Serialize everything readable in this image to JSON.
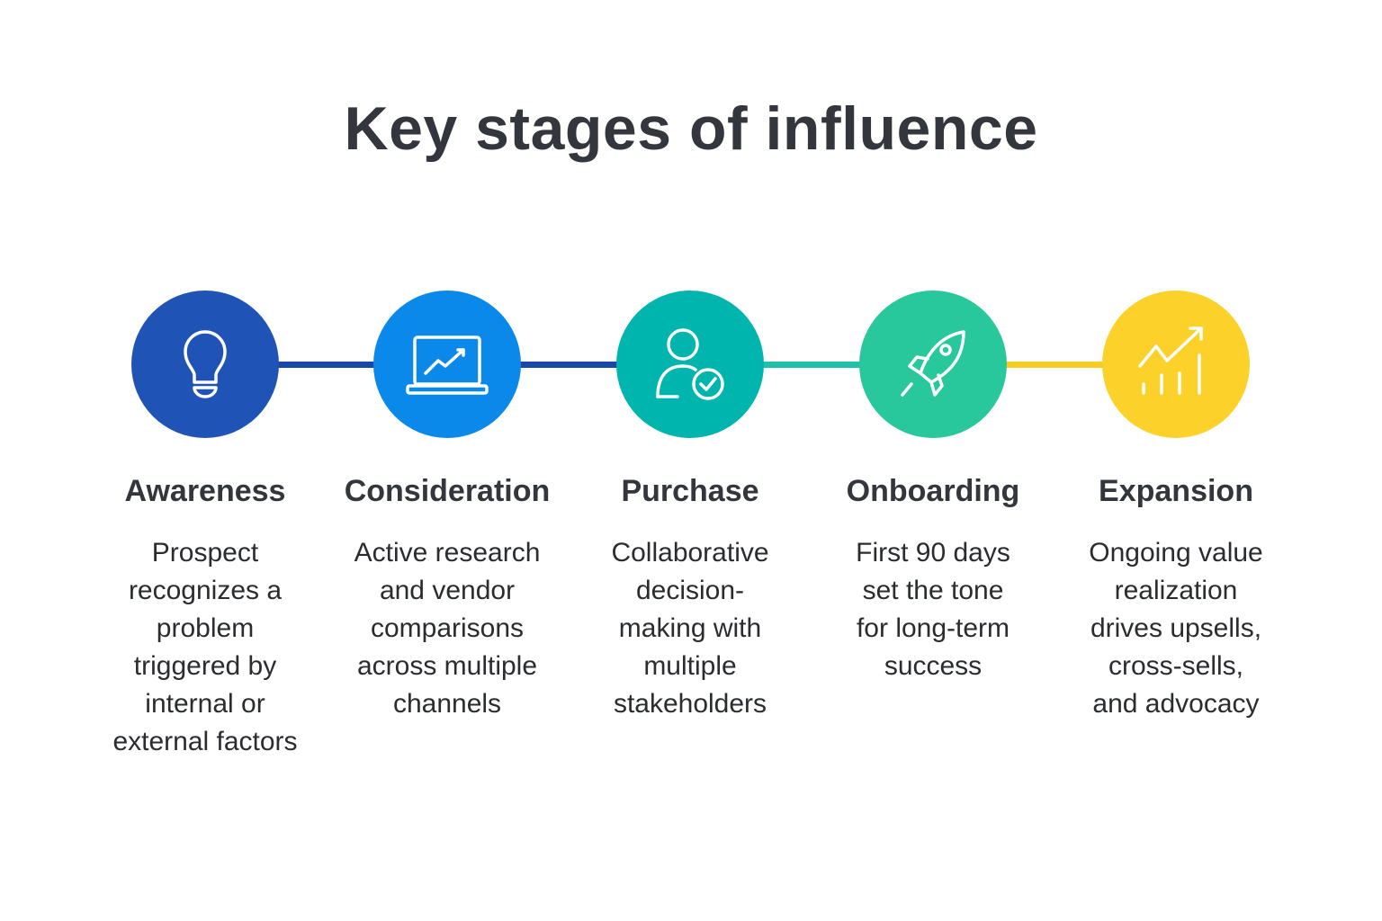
{
  "title": "Key stages of influence",
  "stages": [
    {
      "label": "Awareness",
      "description": "Prospect\nrecognizes a\nproblem\ntriggered by\ninternal or\nexternal factors",
      "color": "#1f53b5",
      "icon": "lightbulb-icon"
    },
    {
      "label": "Consideration",
      "description": "Active research\nand vendor\ncomparisons\nacross multiple\nchannels",
      "color": "#0b89ea",
      "icon": "laptop-chart-icon"
    },
    {
      "label": "Purchase",
      "description": "Collaborative\ndecision-\nmaking with\nmultiple\nstakeholders",
      "color": "#00b5ad",
      "icon": "user-check-icon"
    },
    {
      "label": "Onboarding",
      "description": "First 90 days\nset the tone\nfor long-term\nsuccess",
      "color": "#28c79c",
      "icon": "rocket-icon"
    },
    {
      "label": "Expansion",
      "description": "Ongoing value\nrealization\ndrives upsells,\ncross-sells,\nand advocacy",
      "color": "#fcd12a",
      "icon": "growth-chart-icon"
    }
  ],
  "connector_colors": [
    "#1a48a8",
    "#1a48a8",
    "#1fc0a8",
    "#f7cc22"
  ]
}
